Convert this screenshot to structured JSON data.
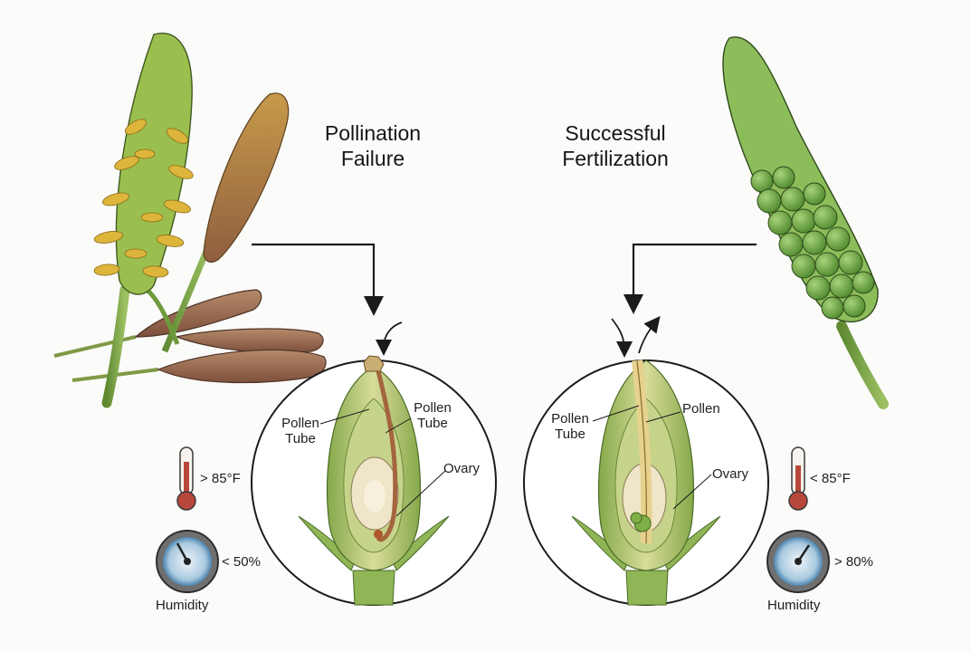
{
  "left": {
    "title_line1": "Pollination",
    "title_line2": "Failure",
    "label_pollen_tube_a_line1": "Pollen",
    "label_pollen_tube_a_line2": "Tube",
    "label_pollen_tube_b_line1": "Pollen",
    "label_pollen_tube_b_line2": "Tube",
    "label_ovary": "Ovary",
    "temperature": "> 85°F",
    "humidity": "< 50%",
    "humidity_label": "Humidity"
  },
  "right": {
    "title_line1": "Successful",
    "title_line2": "Fertilization",
    "label_pollen_tube_line1": "Pollen",
    "label_pollen_tube_line2": "Tube",
    "label_pollen": "Pollen",
    "label_ovary": "Ovary",
    "temperature": "< 85°F",
    "humidity": "> 80%",
    "humidity_label": "Humidity"
  },
  "colors": {
    "stem_green": "#6f9a3c",
    "flower_yellow": "#d9b233",
    "catkin_brown": "#9a6a4a",
    "fruit_green": "#6fa640",
    "ovule_cream": "#efe5c8",
    "thermo_red": "#b8473b",
    "dial_blue": "#6aa2c8"
  }
}
